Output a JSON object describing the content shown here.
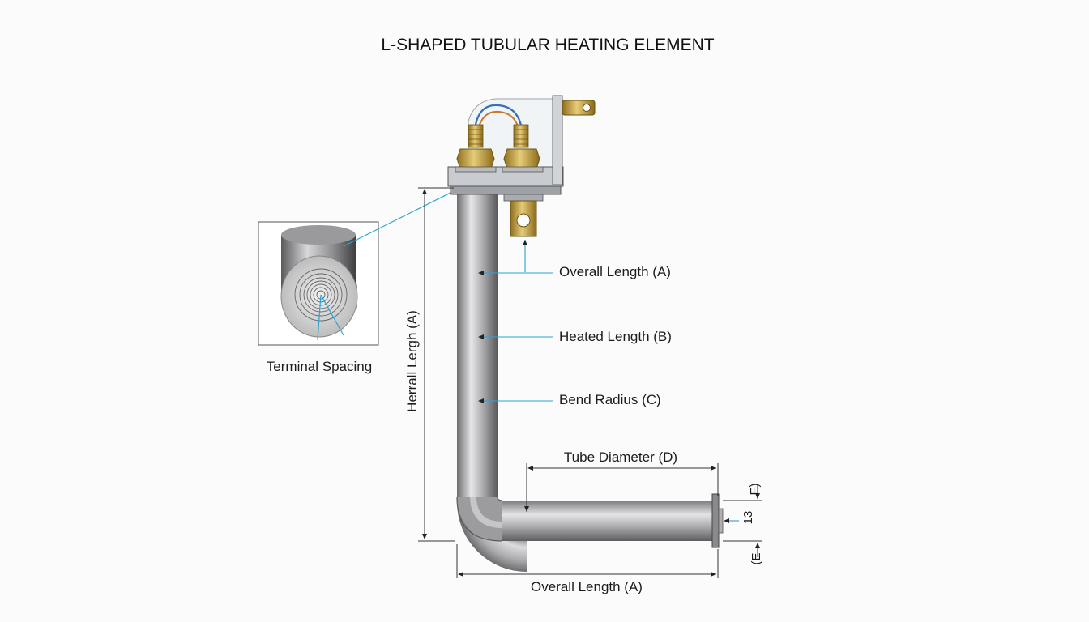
{
  "title": "L-SHAPED TUBULAR HEATING ELEMENT",
  "inset": {
    "caption": "Terminal Spacing"
  },
  "callouts": {
    "overall_length_a": "Overall Length (A)",
    "heated_length_b": "Heated Length (B)",
    "bend_radius_c": "Bend Radius (C)"
  },
  "dimensions": {
    "vertical_label": "Herrall Lergh (A)",
    "tube_diameter_d": "Tube Diameter (D)",
    "bottom_overall_length": "Overall Length (A)",
    "end_label_top": "E)",
    "end_value": "13",
    "end_label_bottom": "(E"
  },
  "colors": {
    "leader_line": "#29a3d6",
    "dimension_line": "#333333",
    "tube_mid": "#a6a6a8",
    "brass": "#c9a94a"
  }
}
